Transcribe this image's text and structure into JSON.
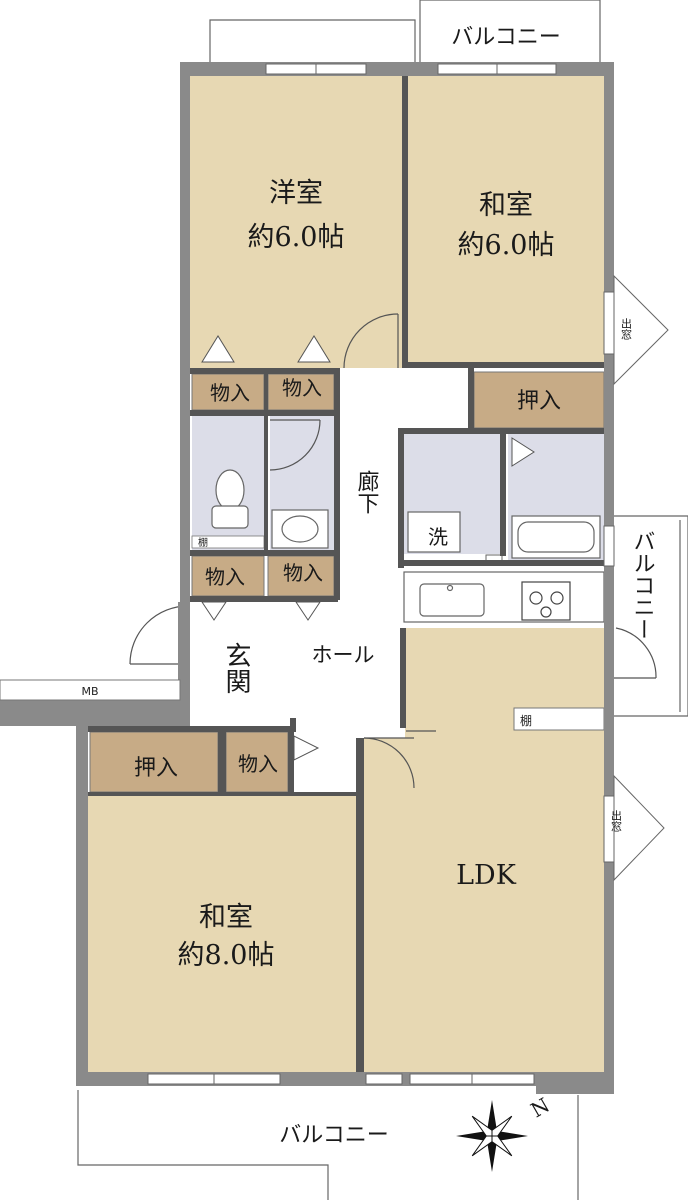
{
  "rooms": {
    "western_room": {
      "name": "洋室",
      "size": "約6.0帖"
    },
    "japanese_room_top": {
      "name": "和室",
      "size": "約6.0帖"
    },
    "japanese_room_bottom": {
      "name": "和室",
      "size": "約8.0帖"
    },
    "ldk": {
      "name": "LDK"
    }
  },
  "storage": {
    "mono1": "物入",
    "mono2": "物入",
    "mono3": "物入",
    "mono4": "物入",
    "mono5": "物入",
    "oshiire_top": "押入",
    "oshiire_bottom": "押入"
  },
  "labels": {
    "corridor": "廊下",
    "hall": "ホール",
    "entrance": "玄関",
    "washer": "洗",
    "shelf_wc": "棚",
    "shelf_ldk": "棚",
    "meter_box": "MB",
    "bay_window_top": "出窓",
    "bay_window_bottom": "出窓"
  },
  "balconies": {
    "top": "バルコニー",
    "right": "バルコニー",
    "bottom": "バルコニー"
  },
  "compass": {
    "north_label": "N"
  },
  "colors": {
    "wall": "#8a8a8a",
    "room_tan": "#e7d8b3",
    "closet_brown": "#c7ab86",
    "wet_area": "#dcdde8",
    "floor_white": "#ffffff"
  }
}
